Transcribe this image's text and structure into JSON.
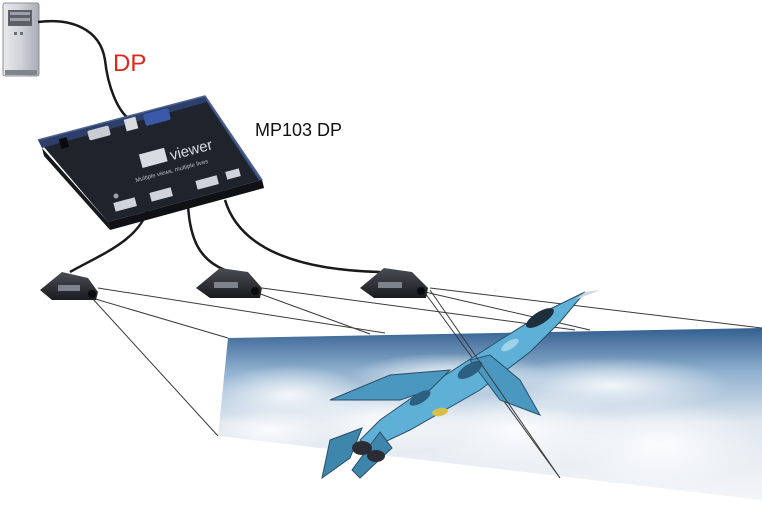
{
  "labels": {
    "signal": "DP",
    "device_model": "MP103 DP"
  },
  "device": {
    "brand": "viewer",
    "tagline": "Multiple views, multiple lives"
  },
  "colors": {
    "signal_label": "#e1251b",
    "device_body": "#262a33",
    "device_top": "#2d3e6b",
    "sky_light": "#e8eef4",
    "sky_blue": "#3f6d9c",
    "jet_camo": "#5fb0d6"
  },
  "projectors": {
    "count": 3
  },
  "icons": [
    "computer-tower-icon",
    "projector-icon",
    "fighter-jet-icon"
  ]
}
